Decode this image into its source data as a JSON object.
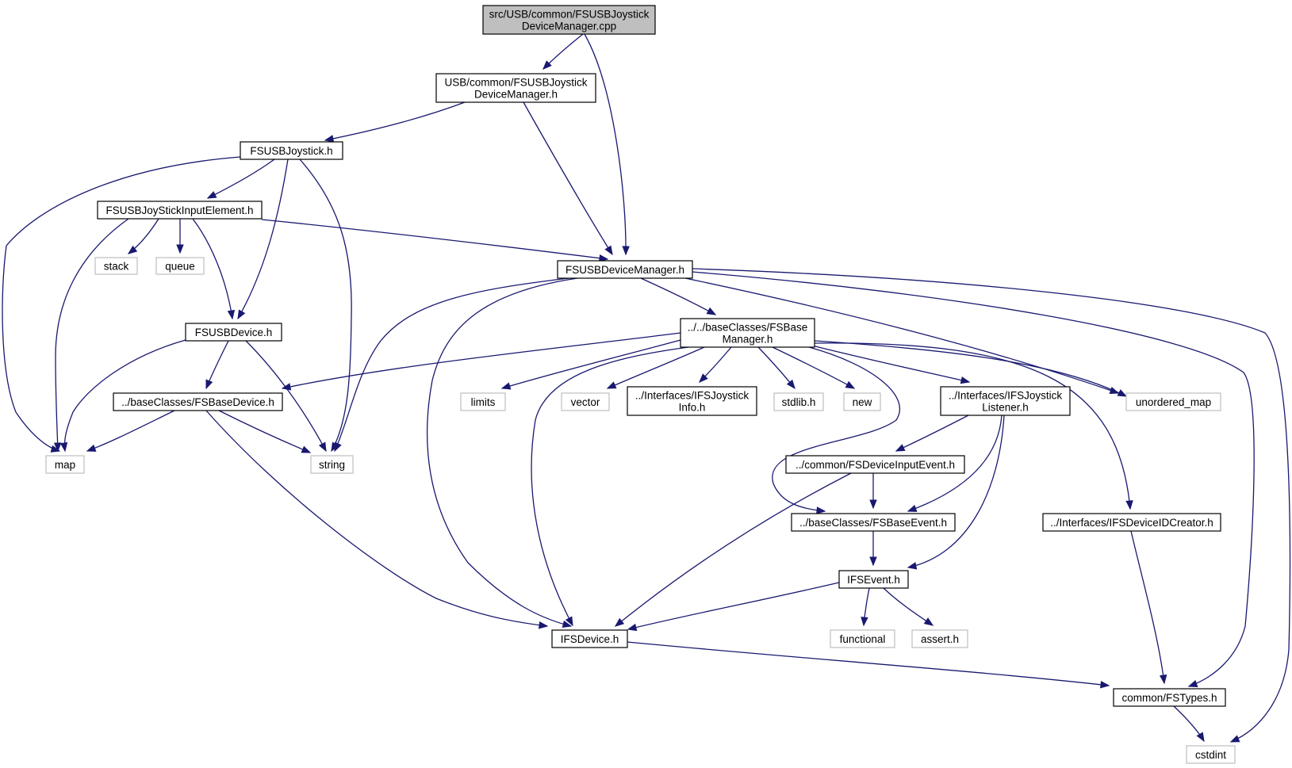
{
  "colors": {
    "edge": "#191970",
    "root_fill": "#bfbfbf",
    "local_border": "#000000",
    "system_border": "#bfbfbf"
  },
  "nodes": [
    {
      "id": "root",
      "lines": [
        "src/USB/common/FSUSBJoystick",
        "DeviceManager.cpp"
      ],
      "kind": "root"
    },
    {
      "id": "dmh",
      "lines": [
        "USB/common/FSUSBJoystick",
        "DeviceManager.h"
      ],
      "kind": "local"
    },
    {
      "id": "joy",
      "lines": [
        "FSUSBJoystick.h"
      ],
      "kind": "local"
    },
    {
      "id": "jie",
      "lines": [
        "FSUSBJoyStickInputElement.h"
      ],
      "kind": "local"
    },
    {
      "id": "stack",
      "lines": [
        "stack"
      ],
      "kind": "system"
    },
    {
      "id": "queue",
      "lines": [
        "queue"
      ],
      "kind": "system"
    },
    {
      "id": "udm",
      "lines": [
        "FSUSBDeviceManager.h"
      ],
      "kind": "local"
    },
    {
      "id": "usbdev",
      "lines": [
        "FSUSBDevice.h"
      ],
      "kind": "local"
    },
    {
      "id": "bmgr",
      "lines": [
        "../../baseClasses/FSBase",
        "Manager.h"
      ],
      "kind": "local"
    },
    {
      "id": "bdev",
      "lines": [
        "../baseClasses/FSBaseDevice.h"
      ],
      "kind": "local"
    },
    {
      "id": "limits",
      "lines": [
        "limits"
      ],
      "kind": "system"
    },
    {
      "id": "vector",
      "lines": [
        "vector"
      ],
      "kind": "system"
    },
    {
      "id": "jinfo",
      "lines": [
        "../Interfaces/IFSJoystick",
        "Info.h"
      ],
      "kind": "local"
    },
    {
      "id": "stdlib",
      "lines": [
        "stdlib.h"
      ],
      "kind": "system"
    },
    {
      "id": "new",
      "lines": [
        "new"
      ],
      "kind": "system"
    },
    {
      "id": "jlis",
      "lines": [
        "../Interfaces/IFSJoystick",
        "Listener.h"
      ],
      "kind": "local"
    },
    {
      "id": "umap",
      "lines": [
        "unordered_map"
      ],
      "kind": "system"
    },
    {
      "id": "map",
      "lines": [
        "map"
      ],
      "kind": "system"
    },
    {
      "id": "string",
      "lines": [
        "string"
      ],
      "kind": "system"
    },
    {
      "id": "die",
      "lines": [
        "../common/FSDeviceInputEvent.h"
      ],
      "kind": "local"
    },
    {
      "id": "bev",
      "lines": [
        "../baseClasses/FSBaseEvent.h"
      ],
      "kind": "local"
    },
    {
      "id": "idc",
      "lines": [
        "../Interfaces/IFSDeviceIDCreator.h"
      ],
      "kind": "local"
    },
    {
      "id": "ievent",
      "lines": [
        "IFSEvent.h"
      ],
      "kind": "local"
    },
    {
      "id": "functional",
      "lines": [
        "functional"
      ],
      "kind": "system"
    },
    {
      "id": "assert",
      "lines": [
        "assert.h"
      ],
      "kind": "system"
    },
    {
      "id": "idev",
      "lines": [
        "IFSDevice.h"
      ],
      "kind": "local"
    },
    {
      "id": "types",
      "lines": [
        "common/FSTypes.h"
      ],
      "kind": "local"
    },
    {
      "id": "cstdint",
      "lines": [
        "cstdint"
      ],
      "kind": "system"
    }
  ],
  "edges": [
    [
      "root",
      "dmh"
    ],
    [
      "root",
      "udm"
    ],
    [
      "dmh",
      "joy"
    ],
    [
      "dmh",
      "udm"
    ],
    [
      "joy",
      "map"
    ],
    [
      "joy",
      "jie"
    ],
    [
      "joy",
      "usbdev"
    ],
    [
      "joy",
      "string"
    ],
    [
      "jie",
      "map"
    ],
    [
      "jie",
      "stack"
    ],
    [
      "jie",
      "queue"
    ],
    [
      "jie",
      "usbdev"
    ],
    [
      "jie",
      "udm"
    ],
    [
      "udm",
      "string"
    ],
    [
      "udm",
      "idev"
    ],
    [
      "udm",
      "bmgr"
    ],
    [
      "udm",
      "umap"
    ],
    [
      "udm",
      "types"
    ],
    [
      "udm",
      "cstdint"
    ],
    [
      "usbdev",
      "map"
    ],
    [
      "usbdev",
      "bdev"
    ],
    [
      "usbdev",
      "string"
    ],
    [
      "bmgr",
      "bdev"
    ],
    [
      "bmgr",
      "limits"
    ],
    [
      "bmgr",
      "vector"
    ],
    [
      "bmgr",
      "jinfo"
    ],
    [
      "bmgr",
      "stdlib"
    ],
    [
      "bmgr",
      "new"
    ],
    [
      "bmgr",
      "jlis"
    ],
    [
      "bmgr",
      "umap"
    ],
    [
      "bmgr",
      "idc"
    ],
    [
      "bmgr",
      "idev"
    ],
    [
      "bmgr",
      "bev"
    ],
    [
      "bdev",
      "map"
    ],
    [
      "bdev",
      "string"
    ],
    [
      "bdev",
      "idev"
    ],
    [
      "jlis",
      "die"
    ],
    [
      "jlis",
      "bev"
    ],
    [
      "jlis",
      "ievent"
    ],
    [
      "die",
      "bev"
    ],
    [
      "die",
      "idev"
    ],
    [
      "bev",
      "ievent"
    ],
    [
      "idc",
      "types"
    ],
    [
      "ievent",
      "idev"
    ],
    [
      "ievent",
      "functional"
    ],
    [
      "ievent",
      "assert"
    ],
    [
      "idev",
      "types"
    ],
    [
      "types",
      "cstdint"
    ]
  ]
}
